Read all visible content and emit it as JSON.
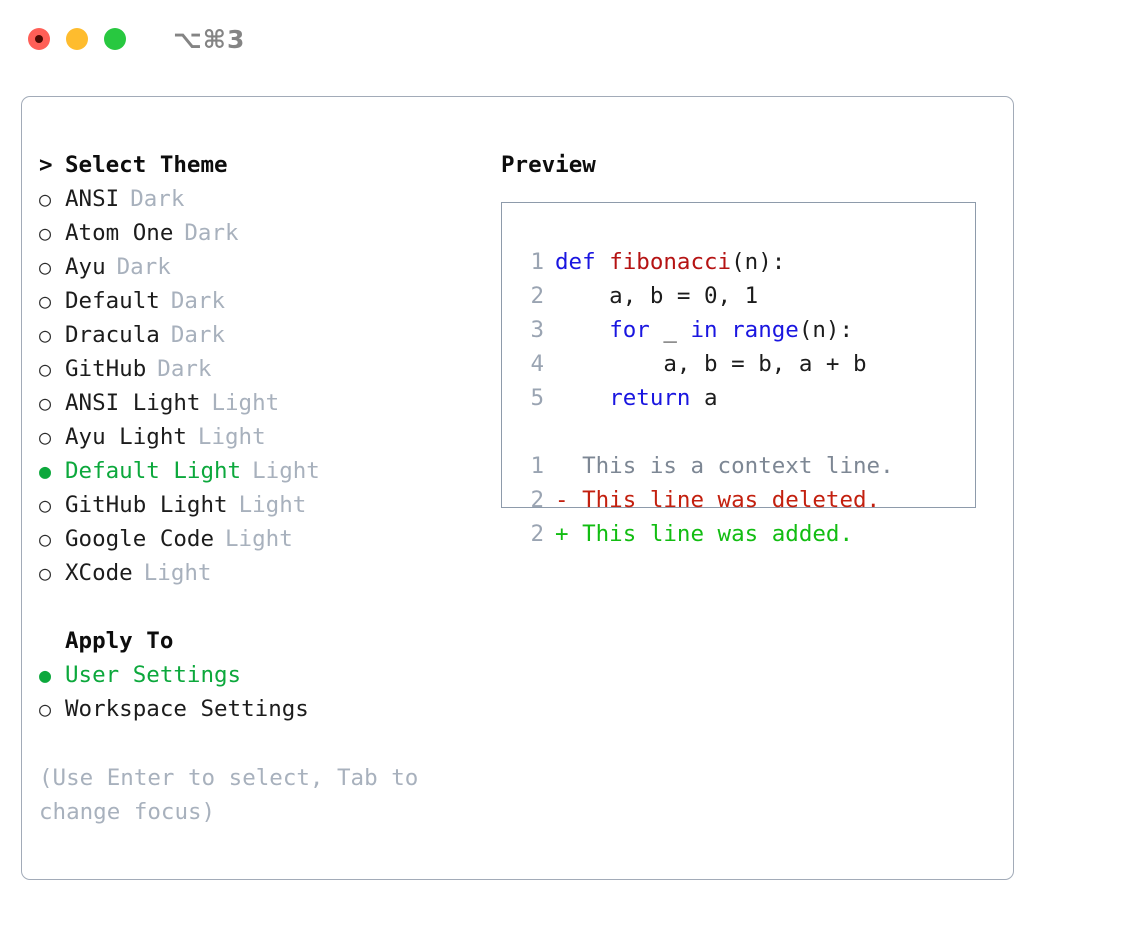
{
  "titlebar": {
    "shortcut": "⌥⌘3",
    "lights": [
      {
        "name": "close",
        "color": "#ff5f57"
      },
      {
        "name": "minimize",
        "color": "#febc2e"
      },
      {
        "name": "maximize",
        "color": "#28c840"
      }
    ]
  },
  "colors": {
    "selected_green": "#0ca83c",
    "tag_gray": "#a8b1bd",
    "keyword_blue": "#1a16e0",
    "function_red": "#b51313",
    "diff_delete_red": "#c3200f",
    "diff_add_green": "#12bd12",
    "diff_context_gray": "#7d8794",
    "panel_border": "#a2abb8",
    "code_border": "#8e9bab"
  },
  "theme_section": {
    "header": "Select Theme",
    "caret": ">",
    "bullet_unselected": "○",
    "bullet_selected": "●",
    "items": [
      {
        "label": "ANSI",
        "tag": "Dark",
        "selected": false
      },
      {
        "label": "Atom One",
        "tag": "Dark",
        "selected": false
      },
      {
        "label": "Ayu",
        "tag": "Dark",
        "selected": false
      },
      {
        "label": "Default",
        "tag": "Dark",
        "selected": false
      },
      {
        "label": "Dracula",
        "tag": "Dark",
        "selected": false
      },
      {
        "label": "GitHub",
        "tag": "Dark",
        "selected": false
      },
      {
        "label": "ANSI Light",
        "tag": "Light",
        "selected": false
      },
      {
        "label": "Ayu Light",
        "tag": "Light",
        "selected": false
      },
      {
        "label": "Default Light",
        "tag": "Light",
        "selected": true
      },
      {
        "label": "GitHub Light",
        "tag": "Light",
        "selected": false
      },
      {
        "label": "Google Code",
        "tag": "Light",
        "selected": false
      },
      {
        "label": "XCode",
        "tag": "Light",
        "selected": false
      }
    ]
  },
  "apply_section": {
    "header": "Apply To",
    "items": [
      {
        "label": "User Settings",
        "selected": true
      },
      {
        "label": "Workspace Settings",
        "selected": false
      }
    ]
  },
  "hint": "(Use Enter to select, Tab to change focus)",
  "preview": {
    "title": "Preview",
    "code_lines": [
      {
        "num": "1",
        "tokens": [
          {
            "t": "def ",
            "c": "kw"
          },
          {
            "t": "fibonacci",
            "c": "fn"
          },
          {
            "t": "(n):",
            "c": "plain"
          }
        ]
      },
      {
        "num": "2",
        "tokens": [
          {
            "t": "    a, b = 0, 1",
            "c": "plain"
          }
        ]
      },
      {
        "num": "3",
        "tokens": [
          {
            "t": "    ",
            "c": "plain"
          },
          {
            "t": "for ",
            "c": "kw"
          },
          {
            "t": "_ ",
            "c": "plain"
          },
          {
            "t": "in ",
            "c": "kw"
          },
          {
            "t": "range",
            "c": "kw"
          },
          {
            "t": "(n):",
            "c": "plain"
          }
        ]
      },
      {
        "num": "4",
        "tokens": [
          {
            "t": "        a, b = b, a + b",
            "c": "plain"
          }
        ]
      },
      {
        "num": "5",
        "tokens": [
          {
            "t": "    ",
            "c": "plain"
          },
          {
            "t": "return ",
            "c": "kw"
          },
          {
            "t": "a",
            "c": "plain"
          }
        ]
      }
    ],
    "diff_lines": [
      {
        "num": "1",
        "marker": " ",
        "text": " This is a context line.",
        "kind": "ctx"
      },
      {
        "num": "2",
        "marker": "-",
        "text": " This line was deleted.",
        "kind": "del"
      },
      {
        "num": "2",
        "marker": "+",
        "text": " This line was added.",
        "kind": "add"
      }
    ]
  }
}
